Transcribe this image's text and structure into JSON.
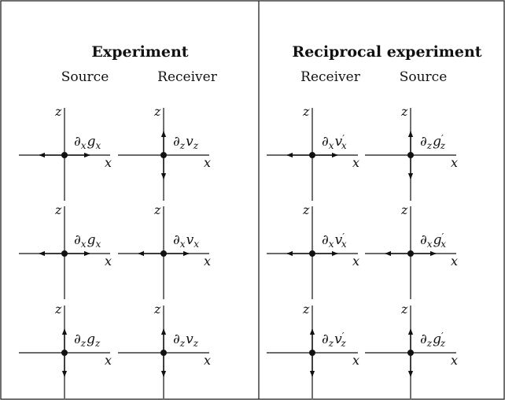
{
  "panels": [
    {
      "title": "Experiment",
      "col_heads": [
        "Source",
        "Receiver"
      ],
      "rows": [
        [
          {
            "d": "x",
            "sym": "g",
            "sub": "x",
            "prime": false,
            "arrows": "h"
          },
          {
            "d": "z",
            "sym": "v",
            "sub": "z",
            "prime": false,
            "arrows": "v"
          }
        ],
        [
          {
            "d": "x",
            "sym": "g",
            "sub": "x",
            "prime": false,
            "arrows": "h"
          },
          {
            "d": "x",
            "sym": "v",
            "sub": "x",
            "prime": false,
            "arrows": "h"
          }
        ],
        [
          {
            "d": "z",
            "sym": "g",
            "sub": "z",
            "prime": false,
            "arrows": "v"
          },
          {
            "d": "z",
            "sym": "v",
            "sub": "z",
            "prime": false,
            "arrows": "v"
          }
        ]
      ]
    },
    {
      "title": "Reciprocal experiment",
      "col_heads": [
        "Receiver",
        "Source"
      ],
      "rows": [
        [
          {
            "d": "x",
            "sym": "v",
            "sub": "x",
            "prime": true,
            "arrows": "h"
          },
          {
            "d": "z",
            "sym": "g",
            "sub": "z",
            "prime": true,
            "arrows": "v"
          }
        ],
        [
          {
            "d": "x",
            "sym": "v",
            "sub": "x",
            "prime": true,
            "arrows": "h"
          },
          {
            "d": "x",
            "sym": "g",
            "sub": "x",
            "prime": true,
            "arrows": "h"
          }
        ],
        [
          {
            "d": "z",
            "sym": "v",
            "sub": "z",
            "prime": true,
            "arrows": "v"
          },
          {
            "d": "z",
            "sym": "g",
            "sub": "z",
            "prime": true,
            "arrows": "v"
          }
        ]
      ]
    }
  ],
  "axis_labels": {
    "horizontal": "x",
    "vertical": "z"
  },
  "operator_symbol": "∂"
}
